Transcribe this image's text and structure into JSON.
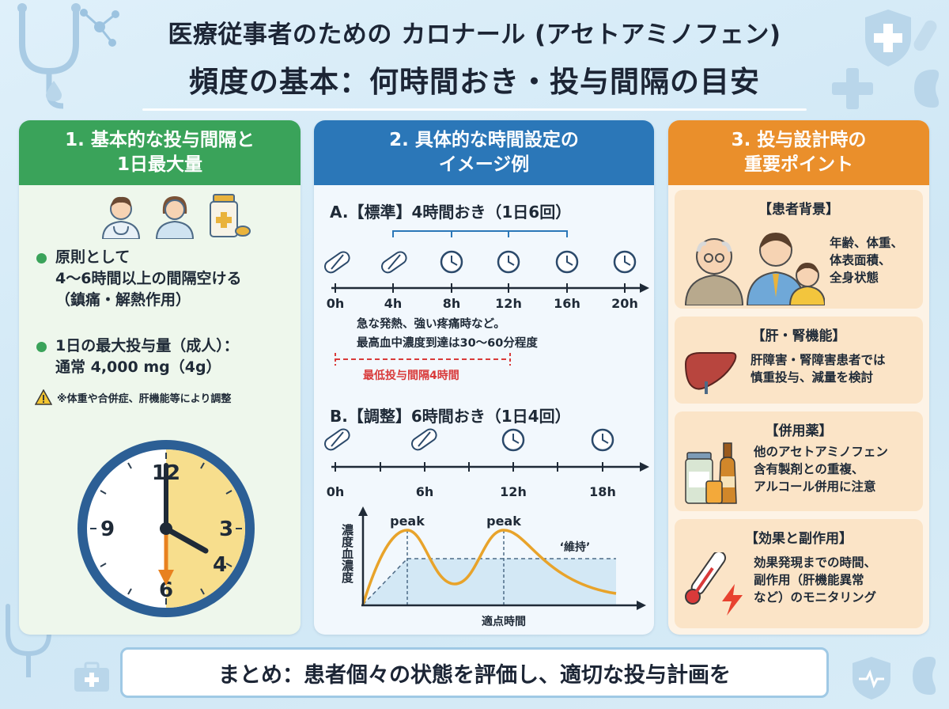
{
  "title": {
    "line1": "医療従事者のための カロナール (アセトアミノフェン)",
    "line2": "頻度の基本：何時間おき・投与間隔の目安"
  },
  "panel1": {
    "heading_line1": "1. 基本的な投与間隔と",
    "heading_line2": "1日最大量",
    "bullet1_line1": "原則として",
    "bullet1_line2": "4〜6時間以上の間隔空ける",
    "bullet1_line3": "（鎮痛・解熱作用）",
    "bullet2_line1": "1日の最大投与量（成人）：",
    "bullet2_line2": "通常 4,000 mg（4g）",
    "warning": "※体重や合併症、肝機能等により調整",
    "clock_numbers": {
      "n12": "12",
      "n3": "3",
      "n6": "6",
      "n9": "9",
      "n4": "4"
    }
  },
  "panel2": {
    "heading_line1": "2. 具体的な時間設定の",
    "heading_line2": "イメージ例",
    "scheduleA": {
      "title": "A.【標準】4時間おき（1日6回）",
      "ticks": [
        "0h",
        "4h",
        "8h",
        "12h",
        "16h",
        "20h"
      ],
      "note_line1": "急な発熱、強い疼痛時など。",
      "note_line2": "最高血中濃度到達は30〜60分程度",
      "min_interval": "最低投与間隔4時間"
    },
    "scheduleB": {
      "title": "B.【調整】6時間おき（1日4回）",
      "ticks": [
        "0h",
        "6h",
        "12h",
        "18h"
      ]
    },
    "graph": {
      "ylabel": "濃度血濃度",
      "xlabel": "適点時間",
      "peak1": "peak",
      "peak2": "peak",
      "maintain": "‘維持’"
    }
  },
  "panel3": {
    "heading_line1": "3. 投与設計時の",
    "heading_line2": "重要ポイント",
    "cards": [
      {
        "title": "【患者背景】",
        "lines": [
          "年齢、体重、",
          "体表面積、",
          "全身状態"
        ]
      },
      {
        "title": "【肝・腎機能】",
        "lines": [
          "肝障害・腎障害患者では",
          "慎重投与、減量を検討"
        ]
      },
      {
        "title": "【併用薬】",
        "lines": [
          "他のアセトアミノフェン",
          "含有製剤との重複、",
          "アルコール併用に注意"
        ]
      },
      {
        "title": "【効果と副作用】",
        "lines": [
          "効果発現までの時間、",
          "副作用（肝機能異常",
          "など）のモニタリング"
        ]
      }
    ]
  },
  "summary": "まとめ：患者個々の状態を評価し、適切な投与計画を",
  "colors": {
    "green": "#3aa35a",
    "blue": "#2b77b8",
    "orange": "#ea8f2b",
    "red": "#d93a3a",
    "curve": "#e8a32a"
  },
  "icons": [
    "stethoscope-icon",
    "molecule-icon",
    "shield-cross-icon",
    "pill-icon",
    "kidney-icon",
    "doctor-icon",
    "nurse-icon",
    "medicine-bottle-icon",
    "warning-icon",
    "capsule-icon",
    "clock-icon",
    "liver-icon",
    "bottles-icon",
    "thermometer-icon",
    "lightning-icon",
    "medical-kit-icon"
  ]
}
